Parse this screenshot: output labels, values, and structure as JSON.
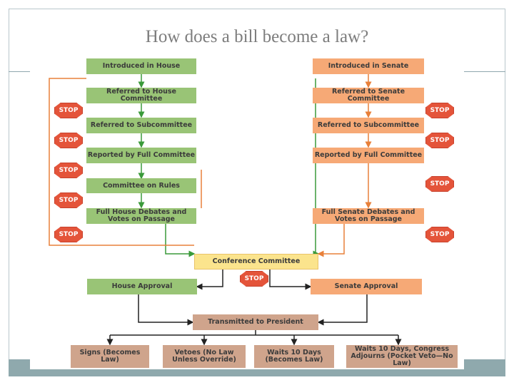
{
  "title": "How does a bill become a law?",
  "colors": {
    "house": "#99c476",
    "senate": "#f6a976",
    "conference": "#fbe48d",
    "president": "#cfa48c",
    "stop": "#e4543a",
    "house_line": "#3a9a3a",
    "senate_line": "#e8803a"
  },
  "house_steps": [
    "Introduced in House",
    "Referred to House Committee",
    "Referred to Subcommittee",
    "Reported by Full Committee",
    "Committee on Rules",
    "Full House Debates and Votes on Passage"
  ],
  "senate_steps": [
    "Introduced in Senate",
    "Referred to Senate Committee",
    "Referred to Subcommittee",
    "Reported by Full Committee",
    "Full Senate Debates and Votes on Passage"
  ],
  "stop_label": "STOP",
  "conference": "Conference Committee",
  "house_approval": "House Approval",
  "senate_approval": "Senate Approval",
  "president": "Transmitted to President",
  "outcomes": [
    "Signs (Becomes Law)",
    "Vetoes (No Law Unless Override)",
    "Waits 10 Days (Becomes Law)",
    "Waits 10 Days, Congress Adjourns (Pocket Veto—No Law)"
  ]
}
